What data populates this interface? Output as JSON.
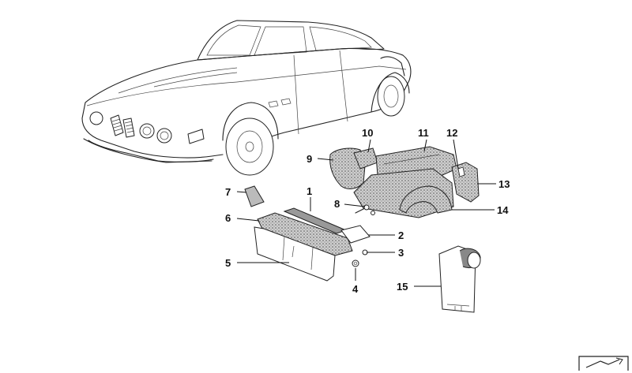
{
  "callouts": [
    {
      "id": "c1",
      "label": "1"
    },
    {
      "id": "c2",
      "label": "2"
    },
    {
      "id": "c3",
      "label": "3"
    },
    {
      "id": "c4",
      "label": "4"
    },
    {
      "id": "c5",
      "label": "5"
    },
    {
      "id": "c6",
      "label": "6"
    },
    {
      "id": "c7",
      "label": "7"
    },
    {
      "id": "c8",
      "label": "8"
    },
    {
      "id": "c9",
      "label": "9"
    },
    {
      "id": "c10",
      "label": "10"
    },
    {
      "id": "c11",
      "label": "11"
    },
    {
      "id": "c12",
      "label": "12"
    },
    {
      "id": "c13",
      "label": "13"
    },
    {
      "id": "c14",
      "label": "14"
    },
    {
      "id": "c15",
      "label": "15"
    }
  ],
  "icons": {
    "corner": "page-corner-icon",
    "vehicle": "car-illustration"
  }
}
